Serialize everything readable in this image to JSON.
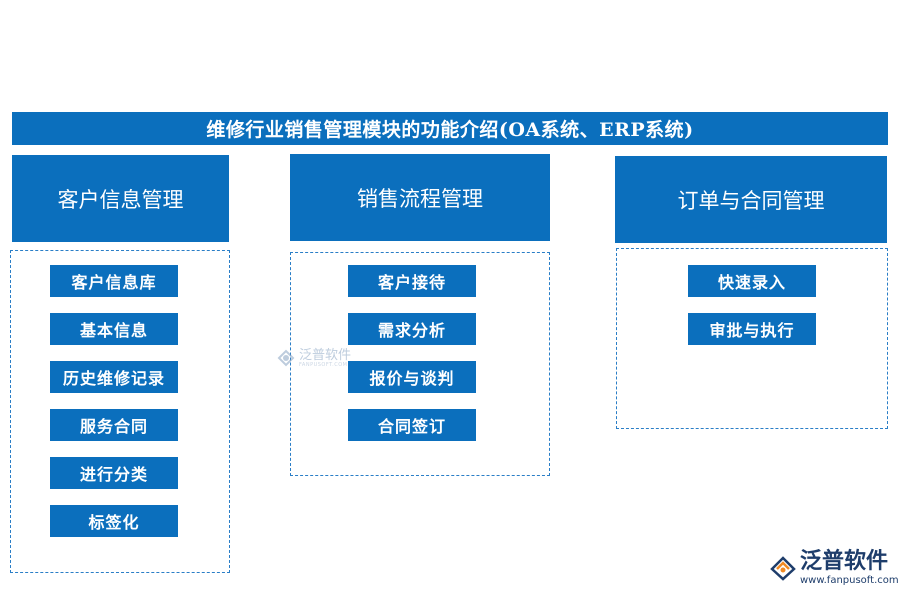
{
  "title": "维修行业销售管理模块的功能介绍(OA系统、ERP系统)",
  "columns": [
    {
      "heading": "客户信息管理",
      "items": [
        "客户信息库",
        "基本信息",
        "历史维修记录",
        "服务合同",
        "进行分类",
        "标签化"
      ]
    },
    {
      "heading": "销售流程管理",
      "items": [
        "客户接待",
        "需求分析",
        "报价与谈判",
        "合同签订"
      ]
    },
    {
      "heading": "订单与合同管理",
      "items": [
        "快速录入",
        "审批与执行"
      ]
    }
  ],
  "watermark": {
    "name": "泛普软件",
    "sub": "FANPUSOFT.COM"
  },
  "logo": {
    "name": "泛普软件",
    "url": "www.fanpusoft.com"
  },
  "colors": {
    "primary_blue": "#0b6fbd",
    "dash_border": "#2a7ec7",
    "logo_dark": "#1e3d6b",
    "logo_orange": "#f08a24"
  }
}
